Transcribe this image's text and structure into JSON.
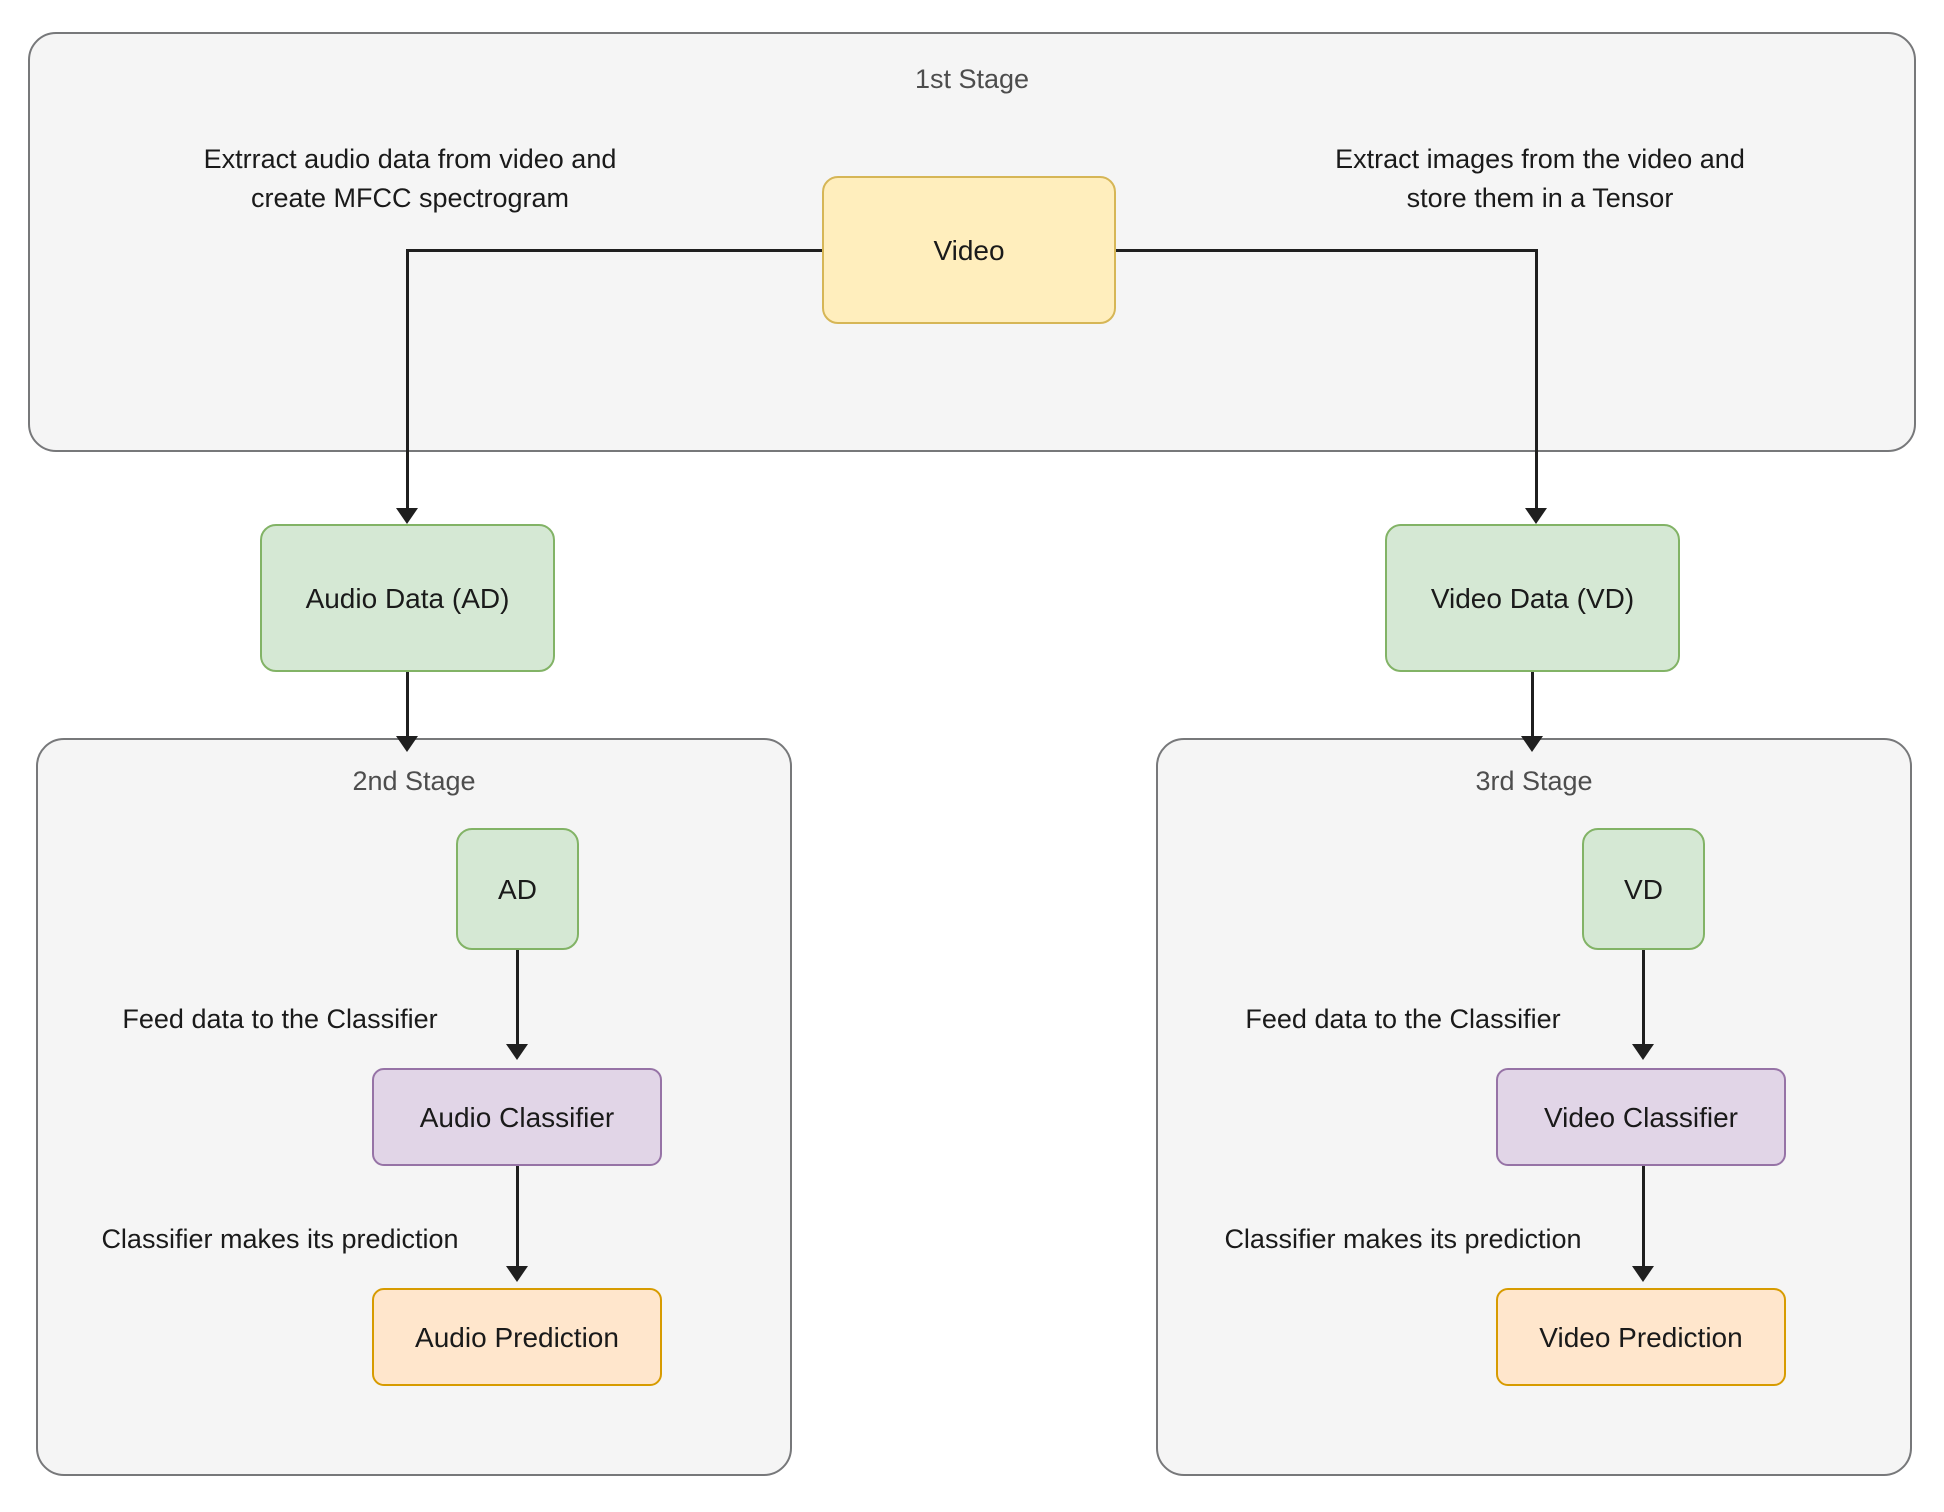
{
  "diagram": {
    "title_visible": false,
    "stages": [
      {
        "id": "stage1",
        "label": "1st Stage"
      },
      {
        "id": "stage2",
        "label": "2nd Stage"
      },
      {
        "id": "stage3",
        "label": "3rd Stage"
      }
    ],
    "nodes": {
      "video": {
        "label": "Video",
        "color": "#ffeebd",
        "border": "#d6b656"
      },
      "audio_data": {
        "label": "Audio Data (AD)",
        "color": "#d5e8d4",
        "border": "#82b366"
      },
      "video_data": {
        "label": "Video Data (VD)",
        "color": "#d5e8d4",
        "border": "#82b366"
      },
      "ad": {
        "label": "AD",
        "color": "#d5e8d4",
        "border": "#82b366"
      },
      "vd": {
        "label": "VD",
        "color": "#d5e8d4",
        "border": "#82b366"
      },
      "audio_classifier": {
        "label": "Audio Classifier",
        "color": "#e1d5e7",
        "border": "#9673a6"
      },
      "video_classifier": {
        "label": "Video Classifier",
        "color": "#e1d5e7",
        "border": "#9673a6"
      },
      "audio_prediction": {
        "label": "Audio Prediction",
        "color": "#ffe6cc",
        "border": "#d79b00"
      },
      "video_prediction": {
        "label": "Video Prediction",
        "color": "#ffe6cc",
        "border": "#d79b00"
      }
    },
    "edge_labels": {
      "extract_audio": "Extrract audio data from video and\ncreate MFCC spectrogram",
      "extract_images": "Extract images from the video and\nstore them in a Tensor",
      "feed_audio": "Feed data to the Classifier",
      "feed_video": "Feed data to the Classifier",
      "predict_audio": "Classifier makes its prediction",
      "predict_video": "Classifier makes its prediction"
    },
    "palette": {
      "stage_fill": "#f5f5f5",
      "stage_stroke": "#77787a",
      "edge_stroke": "#1f1f1f",
      "text": "#1a1a1a",
      "stage_title_text": "#4d4d4d"
    }
  }
}
